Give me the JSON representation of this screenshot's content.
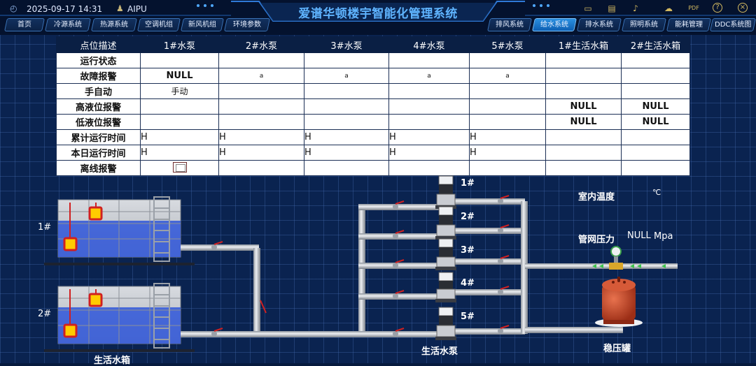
{
  "header": {
    "datetime": "2025-09-17 14:31",
    "user": "AIPU",
    "system_title": "爱谱华顿楼宇智能化管理系统"
  },
  "left_tabs": [
    "首页",
    "冷源系统",
    "热源系统",
    "空调机组",
    "新风机组",
    "环境参数"
  ],
  "right_tabs": [
    "排风系统",
    "给水系统",
    "排水系统",
    "照明系统",
    "能耗管理",
    "DDC系统图"
  ],
  "active_tab": "给水系统",
  "top_icons": [
    "monitor-icon",
    "document-icon",
    "bell-icon",
    "weather-icon",
    "pdf-icon",
    "help-icon",
    "close-icon"
  ],
  "table": {
    "headers": [
      "点位描述",
      "1#水泵",
      "2#水泵",
      "3#水泵",
      "4#水泵",
      "5#水泵",
      "1#生活水箱",
      "2#生活水箱"
    ],
    "rows": [
      {
        "label": "运行状态",
        "cells": [
          "",
          "",
          "",
          "",
          "",
          "",
          ""
        ]
      },
      {
        "label": "故障报警",
        "cells": [
          "NULL",
          "a",
          "a",
          "a",
          "a",
          "",
          ""
        ]
      },
      {
        "label": "手自动",
        "cells": [
          "手动",
          "",
          "",
          "",
          "",
          "",
          ""
        ]
      },
      {
        "label": "高液位报警",
        "cells": [
          "",
          "",
          "",
          "",
          "",
          "NULL",
          "NULL"
        ]
      },
      {
        "label": "低液位报警",
        "cells": [
          "",
          "",
          "",
          "",
          "",
          "NULL",
          "NULL"
        ]
      },
      {
        "label": "累计运行时间",
        "cells": [
          "H",
          "H",
          "H",
          "H",
          "H",
          "",
          ""
        ]
      },
      {
        "label": "本日运行时间",
        "cells": [
          "H",
          "H",
          "H",
          "H",
          "H",
          "",
          ""
        ]
      },
      {
        "label": "离线报警",
        "cells": [
          "",
          "",
          "",
          "",
          "",
          "",
          ""
        ]
      }
    ]
  },
  "diagram": {
    "tank1_label": "1#",
    "tank2_label": "2#",
    "tanks_caption": "生活水箱",
    "pumps": [
      "1#",
      "2#",
      "3#",
      "4#",
      "5#"
    ],
    "pumps_caption": "生活水泵",
    "indoor_temp_label": "室内温度",
    "indoor_temp_unit": "℃",
    "pressure_label": "管网压力",
    "pressure_value": "NULL",
    "pressure_unit": "Mpa",
    "vessel_caption": "稳压罐"
  },
  "colors": {
    "title": "#5fb4ff",
    "pipe": "#c8ccd3",
    "valve": "#d02020",
    "vessel": "#c8452a",
    "sensor": "#ffcc00"
  }
}
